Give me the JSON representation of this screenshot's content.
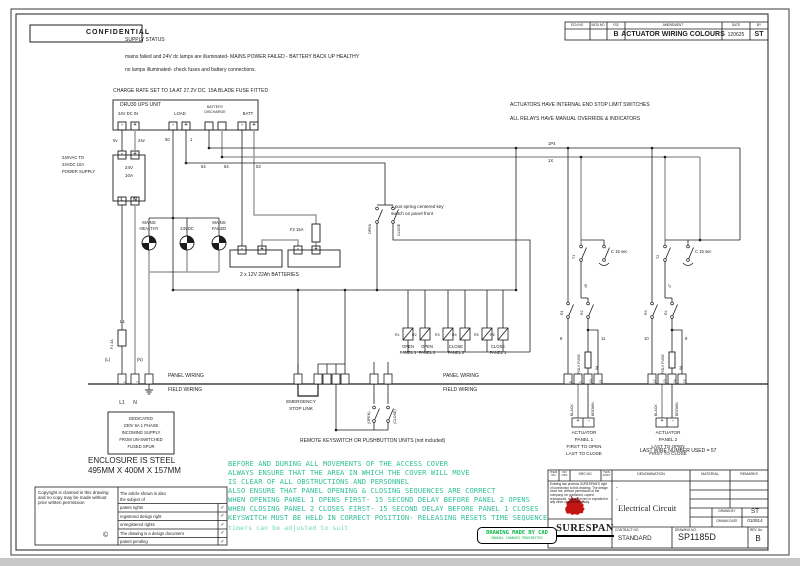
{
  "colors": {
    "warning_green": "#2ebf97",
    "badge_green": "#0db54a",
    "brand_red": "#c51414",
    "wire_grey": "#a0a0a0",
    "ink": "#1c1c1c"
  },
  "sym": {
    "minus": "-",
    "plus": "+",
    "copyright": "©",
    "check": "✓",
    "dash1": "-",
    "dash2": "-"
  },
  "stamp": {
    "confidential": "CONFIDENTIAL"
  },
  "revision_strip": {
    "headers": [
      "ECN NO",
      "MOD NO",
      "ISS",
      "AMENDMENT",
      "DATE",
      "BY"
    ],
    "iss": "B",
    "amendment": "ACTUATOR WIRING COLOURS",
    "date": "120625",
    "by": "ST"
  },
  "supply_status": {
    "title": "SUPPLY STATUS",
    "line1": "mains failed and 24V dc lamps are illuminated- MAINS POWER FAILED - BATTERY BACK UP HEALTHY",
    "line2": "no lamps illuminated- check fuses and battery connections.",
    "charge": "CHARGE RATE SET TO 1A AT 27.2V DC. 15A BLADE FUSE FITTED"
  },
  "ups": {
    "title": "DRU30 UPS UNIT",
    "grp_dc_in": "24V DC IN",
    "grp_load": "LOAD",
    "grp_bd1": "BATTERY",
    "grp_bd2": "DISCHARGE",
    "grp_batt": "BATT"
  },
  "psu": {
    "label_1": "240VAC TO",
    "label_2": "24VDC 10A",
    "label_3": "POWER SUPPLY",
    "inner_1": "24V",
    "inner_2": "10A",
    "term_l": "L",
    "term_n": "N"
  },
  "lamps": {
    "lamp1_1": "MAINS",
    "lamp1_2": "HEALTHY",
    "lamp2": "24VDC",
    "lamp3_1": "MAINS",
    "lamp3_2": "FAILED"
  },
  "battery": {
    "fuse": "F2 15A",
    "label": "2 x 12V 22Ah BATTERIES"
  },
  "keyswitch": {
    "note_1": "3 pos spring centered key",
    "note_2": "switch on panel front",
    "open": "OPEN",
    "close": "CLOSE"
  },
  "relays": {
    "coils": [
      "R1",
      "R2",
      "R3",
      "R4",
      "R5",
      "R6"
    ],
    "lbl1_1": "OPEN",
    "lbl1_2": "PANEL 1",
    "lbl2_1": "OPEN",
    "lbl2_2": "PANEL 2",
    "lbl3_1": "CLOSE",
    "lbl3_2": "PANEL 2",
    "lbl4_1": "CLOSE",
    "lbl4_2": "PANEL 1"
  },
  "notes_right": {
    "line1": "ACTUATORS HAVE INTERNAL END STOP LIMIT SWITCHES",
    "line2": "ALL RELAYS HAVE MANUAL OVERRIDE & INDICATORS"
  },
  "wires": {
    "w0v": "0v",
    "w24v": "24v",
    "w50": "50",
    "w1": "1",
    "w54a": "54",
    "w54b": "54",
    "w53": "53",
    "l1": "L1",
    "f1": "F1 3A",
    "lp": "(L)",
    "np": "(N)",
    "p4": "1P4",
    "x1": "1X",
    "t1": "T1",
    "t2": "T2",
    "c15_1": "C 15 sec",
    "c15_2": "C 15 sec",
    "n45": "45",
    "n47": "47",
    "n8": "8",
    "n11": "11",
    "n10": "10",
    "n9": "9"
  },
  "bus": {
    "panel": "PANEL WIRING",
    "field": "FIELD WIRING"
  },
  "incoming": {
    "t1": "1",
    "t2": "2",
    "l1": "L1",
    "n": "N",
    "box": [
      "DEDICATED",
      "230V 6A 1 PHASE",
      "INCOMING SUPPLY",
      "FROM UN-SWITCHED",
      "FUSED SPUR"
    ]
  },
  "emergency": {
    "label_1": "EMERGENCY",
    "label_2": "STOP LINK"
  },
  "remote": {
    "open": "(OPEN)",
    "close": "(CLOSE)",
    "note": "REMOTE KEYSWITCH OR PUSHBUTTON UNITS (not included)"
  },
  "actuator1": {
    "fuse": "POLY FUSE",
    "rating": "8A",
    "terms": [
      "8",
      "9",
      "10",
      "11"
    ],
    "black": "BLACK",
    "brown": "BROWN",
    "label": [
      "ACTUATOR",
      "PANEL 1",
      "FIRST TO OPEN",
      "LAST TO CLOSE"
    ]
  },
  "actuator2": {
    "fuse": "POLY FUSE",
    "rating": "8A",
    "terms": [
      "12",
      "13",
      "14",
      "15"
    ],
    "black": "BLACK",
    "brown": "BROWN",
    "label": [
      "ACTUATOR",
      "PANEL 2",
      "LAST TO OPEN",
      "FIRST TO CLOSE"
    ]
  },
  "last_wire": "LAST WIRE NUMBER USED = 57",
  "warning": {
    "lines": [
      "BEFORE AND DURING ALL MOVEMENTS OF THE ACCESS COVER",
      "ALWAYS ENSURE THAT THE AREA IN WHICH THE COVER WILL MOVE",
      "IS CLEAR OF ALL OBSTRUCTIONS AND PERSONNEL",
      "ALSO ENSURE THAT PANEL OPENING & CLOSING SEQUENCES ARE CORRECT",
      "WHEN OPENING PANEL 1 OPENS FIRST- 15 SECOND DELAY BEFORE PANEL 2 OPENS",
      "WHEN CLOSING PANEL 2 CLOSES FIRST- 15 SECOND DELAY BEFORE PANEL 1 CLOSES",
      "KEYSWITCH MUST BE HELD IN CORRECT POSITION- RELEASING RESETS TIME SEQUENCE",
      "timers can be adjusted to suit"
    ],
    "badge_1": "DRAWING MADE BY CAD",
    "badge_2": "MANUAL CHANGES PROHIBITED"
  },
  "enclosure": {
    "line1": "ENCLOSURE IS STEEL",
    "line2": "495MM X 400M X 157MM"
  },
  "copyright": {
    "left": "Copyright is claimed in this drawing and no copy may be made without prior written permission",
    "header_1": "The article shown is also",
    "header_2": "the subject of",
    "rows": [
      "patent rights",
      "registered design right",
      "unregistered rights",
      "The drawing is a design document",
      "patent pending"
    ]
  },
  "title_block": {
    "headers": [
      "ITEM NO",
      "NO OFF",
      "DRG NO.",
      "THIS ASSY",
      "DENOMINATION",
      "MATERIAL",
      "REMARKS"
    ],
    "legal": "Existing law protects SURESPAN'S right of connection to this drawing. The design must not, without permission of the company, be published, copied, reproduced, manufactured or exploited in any other unauthorised way.",
    "brand": "SURESPAN",
    "denomination": "Electrical Circuit",
    "drawn_by_label": "DRAWN BY",
    "drawn_by": "ST",
    "drawn_date_label": "DRAWN DATE",
    "drawn_date": "010914",
    "contract_label": "CONTRACT NO.",
    "contract": "STANDARD",
    "drawing_no_label": "DRAWING NO.",
    "drawing_no": "SP1185D",
    "rev_label": "REV. No",
    "rev": "B"
  }
}
